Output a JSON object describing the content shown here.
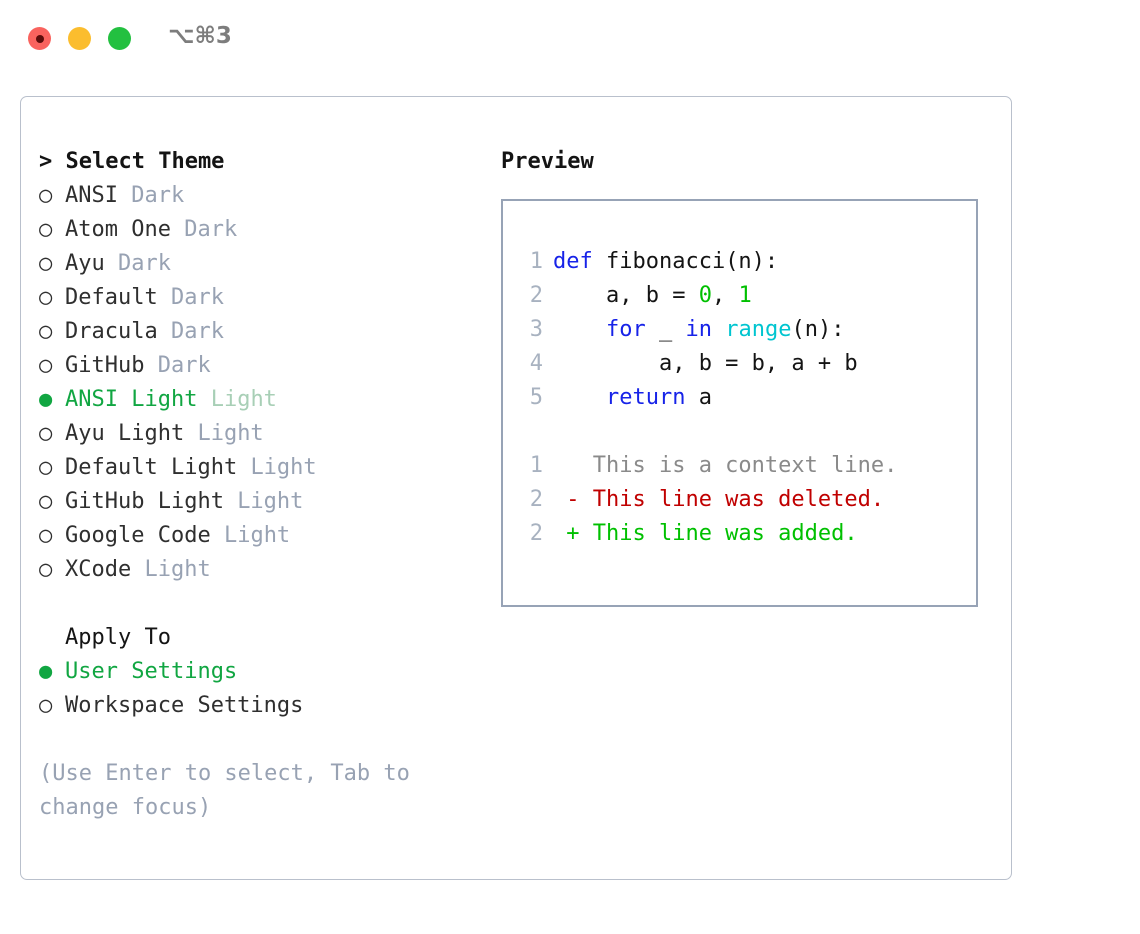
{
  "window": {
    "shortcut_hint": "⌥⌘3",
    "traffic_lights": {
      "close": "close-button",
      "minimize": "minimize-button",
      "zoom": "zoom-button"
    }
  },
  "theme_picker": {
    "heading": "> Select Theme",
    "marker_unselected": "○",
    "marker_selected": "●",
    "items": [
      {
        "name": "ANSI",
        "variant": "Dark",
        "selected": false
      },
      {
        "name": "Atom One",
        "variant": "Dark",
        "selected": false
      },
      {
        "name": "Ayu",
        "variant": "Dark",
        "selected": false
      },
      {
        "name": "Default",
        "variant": "Dark",
        "selected": false
      },
      {
        "name": "Dracula",
        "variant": "Dark",
        "selected": false
      },
      {
        "name": "GitHub",
        "variant": "Dark",
        "selected": false
      },
      {
        "name": "ANSI Light",
        "variant": "Light",
        "selected": true
      },
      {
        "name": "Ayu Light",
        "variant": "Light",
        "selected": false
      },
      {
        "name": "Default Light",
        "variant": "Light",
        "selected": false
      },
      {
        "name": "GitHub Light",
        "variant": "Light",
        "selected": false
      },
      {
        "name": "Google Code",
        "variant": "Light",
        "selected": false
      },
      {
        "name": "XCode",
        "variant": "Light",
        "selected": false
      }
    ]
  },
  "apply_to": {
    "heading": "Apply To",
    "items": [
      {
        "name": "User Settings",
        "selected": true
      },
      {
        "name": "Workspace Settings",
        "selected": false
      }
    ]
  },
  "hint": "(Use Enter to select, Tab to change focus)",
  "preview": {
    "heading": "Preview",
    "code_lines": [
      {
        "lineno": "1",
        "tokens": [
          {
            "text": "def ",
            "kind": "kw"
          },
          {
            "text": "fibonacci(n):",
            "kind": "plain"
          }
        ]
      },
      {
        "lineno": "2",
        "tokens": [
          {
            "text": "    a, b = ",
            "kind": "plain"
          },
          {
            "text": "0",
            "kind": "num"
          },
          {
            "text": ", ",
            "kind": "plain"
          },
          {
            "text": "1",
            "kind": "num"
          }
        ]
      },
      {
        "lineno": "3",
        "tokens": [
          {
            "text": "    ",
            "kind": "plain"
          },
          {
            "text": "for",
            "kind": "kw"
          },
          {
            "text": " _ ",
            "kind": "plain"
          },
          {
            "text": "in",
            "kind": "kw"
          },
          {
            "text": " ",
            "kind": "plain"
          },
          {
            "text": "range",
            "kind": "fn"
          },
          {
            "text": "(n):",
            "kind": "plain"
          }
        ]
      },
      {
        "lineno": "4",
        "tokens": [
          {
            "text": "        a, b = b, a + b",
            "kind": "plain"
          }
        ]
      },
      {
        "lineno": "5",
        "tokens": [
          {
            "text": "    ",
            "kind": "plain"
          },
          {
            "text": "return",
            "kind": "kw"
          },
          {
            "text": " a",
            "kind": "plain"
          }
        ]
      }
    ],
    "diff_lines": [
      {
        "lineno": "1",
        "sign": " ",
        "text": " This is a context line.",
        "kind": "context"
      },
      {
        "lineno": "2",
        "sign": "-",
        "text": " This line was deleted.",
        "kind": "del"
      },
      {
        "lineno": "2",
        "sign": "+",
        "text": " This line was added.",
        "kind": "add"
      }
    ]
  },
  "colors": {
    "selected_green": "#11a642",
    "muted_gray": "#98a2b3",
    "keyword_blue": "#1723e8",
    "function_cyan": "#00c5d0",
    "number_green": "#00c000",
    "diff_delete_red": "#c00000",
    "diff_add_green": "#00c000",
    "border_gray": "#97a3b6",
    "panel_border": "#b9c0cc",
    "traffic_red": "#f9635e",
    "traffic_yellow": "#fbbd2e",
    "traffic_green": "#23c040"
  }
}
